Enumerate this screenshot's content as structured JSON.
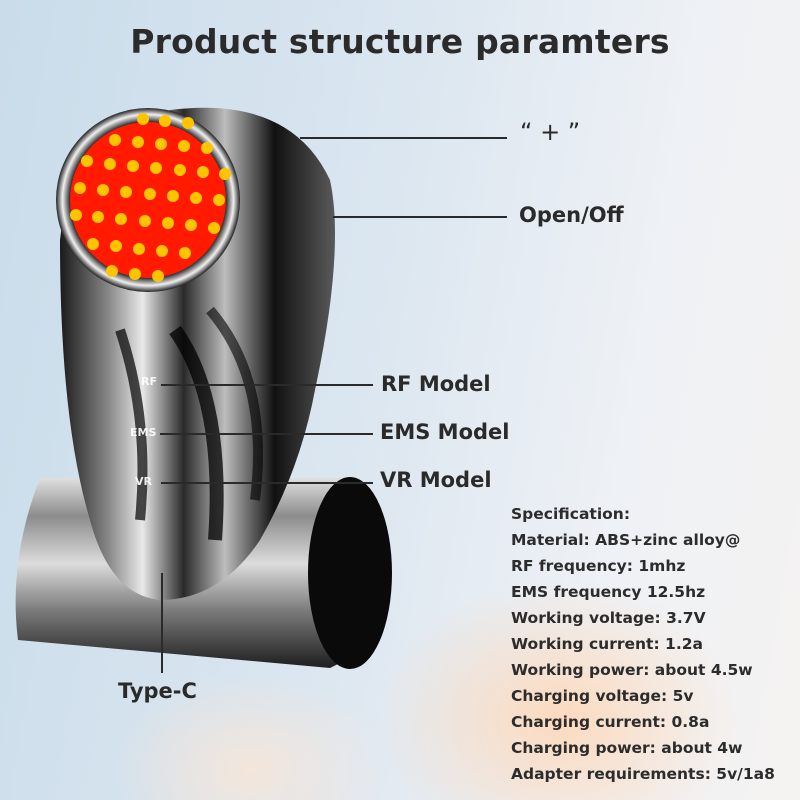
{
  "title": "Product structure paramters",
  "callouts": {
    "plus": "“ + ”",
    "power": "Open/Off",
    "rf": "RF Model",
    "ems": "EMS Model",
    "vr": "VR Model",
    "typec": "Type-C"
  },
  "device_marks": {
    "rf": "RF",
    "ems": "EMS",
    "vr": "VR"
  },
  "specification": {
    "heading": "Specification:",
    "items": [
      "Material: ABS+zinc alloy@",
      "RF frequency: 1mhz",
      "EMS frequency 12.5hz",
      "Working voltage: 3.7V",
      "Working current: 1.2a",
      "Working power: about 4.5w",
      "Charging voltage: 5v",
      "Charging current: 0.8a",
      "Charging power: about 4w",
      "Adapter requirements: 5v/1a8"
    ]
  },
  "colors": {
    "led_panel": "#ff1a00",
    "led_dot": "#ffc400",
    "text": "#2a2a2a"
  }
}
